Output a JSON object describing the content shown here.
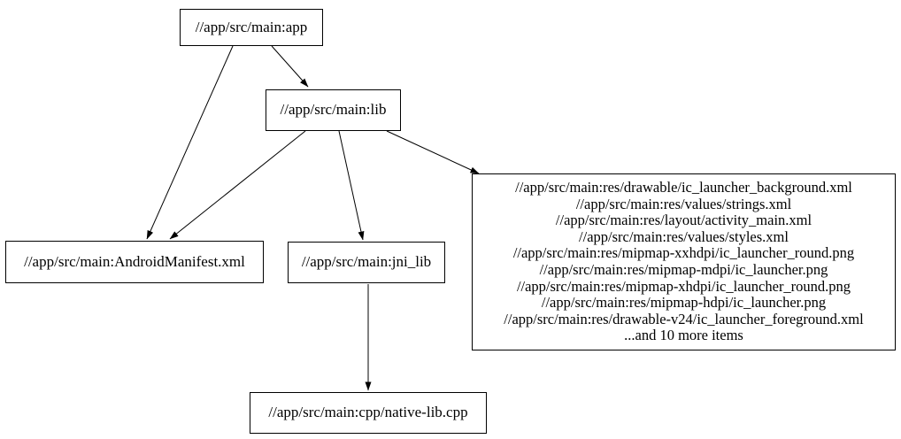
{
  "diagram": {
    "type": "dependency-graph",
    "background_color": "#ffffff",
    "node_border_color": "#000000",
    "edge_color": "#000000",
    "text_color": "#000000",
    "nodes": {
      "app": {
        "label": "//app/src/main:app"
      },
      "lib": {
        "label": "//app/src/main:lib"
      },
      "manifest": {
        "label": "//app/src/main:AndroidManifest.xml"
      },
      "jni_lib": {
        "label": "//app/src/main:jni_lib"
      },
      "native_lib": {
        "label": "//app/src/main:cpp/native-lib.cpp"
      },
      "res_group": {
        "lines": [
          "//app/src/main:res/drawable/ic_launcher_background.xml",
          "//app/src/main:res/values/strings.xml",
          "//app/src/main:res/layout/activity_main.xml",
          "//app/src/main:res/values/styles.xml",
          "//app/src/main:res/mipmap-xxhdpi/ic_launcher_round.png",
          "//app/src/main:res/mipmap-mdpi/ic_launcher.png",
          "//app/src/main:res/mipmap-xhdpi/ic_launcher_round.png",
          "//app/src/main:res/mipmap-hdpi/ic_launcher.png",
          "//app/src/main:res/drawable-v24/ic_launcher_foreground.xml",
          "...and 10 more items"
        ]
      }
    },
    "edges": [
      {
        "from": "app",
        "to": "lib"
      },
      {
        "from": "app",
        "to": "manifest"
      },
      {
        "from": "lib",
        "to": "manifest"
      },
      {
        "from": "lib",
        "to": "jni_lib"
      },
      {
        "from": "lib",
        "to": "res_group"
      },
      {
        "from": "jni_lib",
        "to": "native_lib"
      }
    ]
  }
}
